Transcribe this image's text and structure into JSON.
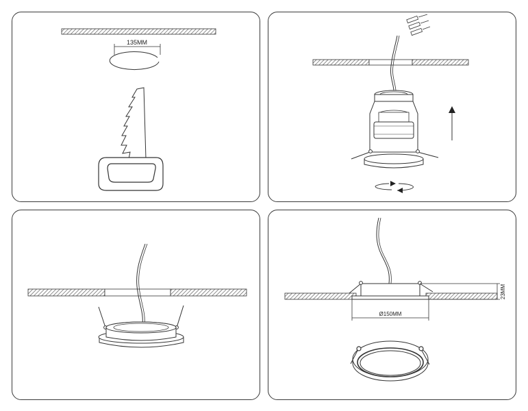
{
  "step1": {
    "hole_dim": "135MM"
  },
  "step4": {
    "diameter": "Ø150MM",
    "height": "23MM"
  },
  "colors": {
    "line": "#333333",
    "hatch": "#666666",
    "panel_border": "#3a3a3a"
  },
  "icons": [
    "saw-icon",
    "wire-connector-icon",
    "arrow-up-icon",
    "rotate-arrows-icon",
    "spring-clip-icon"
  ]
}
